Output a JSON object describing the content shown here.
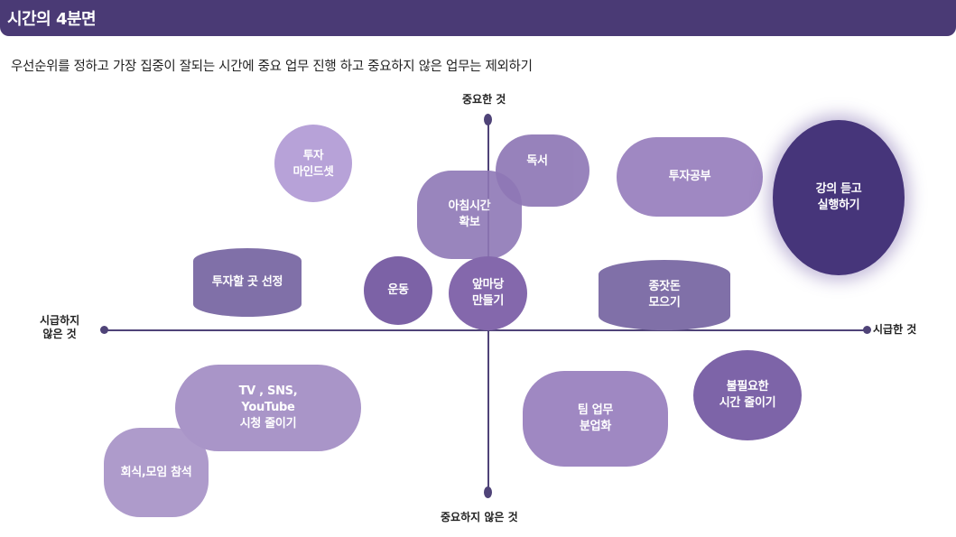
{
  "header": {
    "title": "시간의 4분면"
  },
  "subtitle": "우선순위를 정하고 가장 집중이 잘되는 시간에 중요 업무 진행 하고 중요하지 않은 업무는 제외하기",
  "axes": {
    "top": "중요한 것",
    "bottom": "중요하지 않은 것",
    "left": "시급하지\n않은 것",
    "right": "시급한 것"
  },
  "colors": {
    "header": "#4a3a75",
    "axis": "#4f4378",
    "dark": "#4b3a7a",
    "medium": "#8f78b6",
    "light": "#b7a2d8"
  },
  "items": {
    "invest_mindset": "투자\n마인드셋",
    "reading": "독서",
    "morning_time": "아침시간\n확보",
    "invest_study": "투자공부",
    "lecture": "강의 듣고\n실행하기",
    "invest_place": "투자할 곳 선정",
    "exercise": "운동",
    "yard": "앞마당\n만들기",
    "seed_money": "종잣돈\n모으기",
    "tv": "TV , SNS,\nYouTube\n시청 줄이기",
    "team_work": "팀 업무\n분업화",
    "reduce_time": "불필요한\n시간 줄이기",
    "dinner": "회식,모임 참석"
  }
}
